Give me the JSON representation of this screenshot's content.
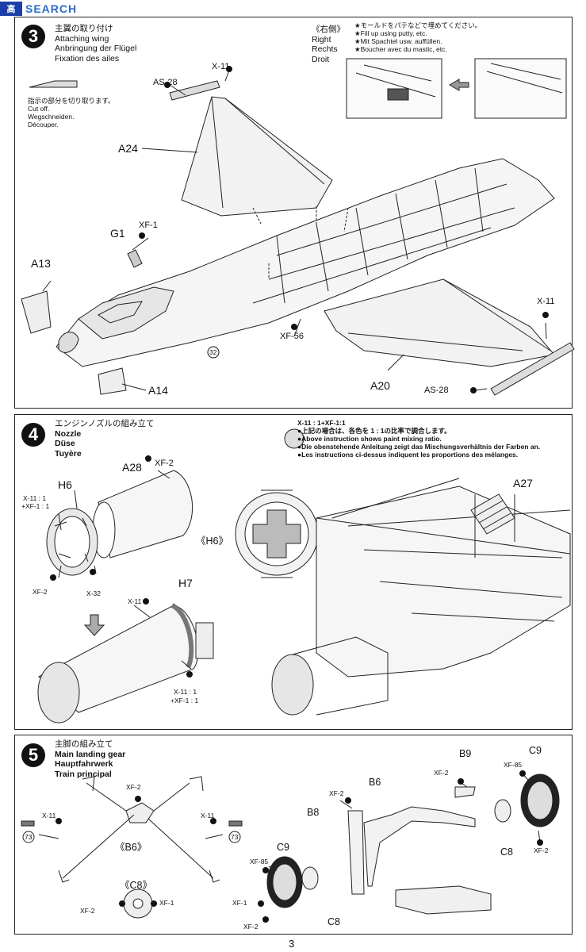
{
  "watermark": {
    "badge": "高",
    "text": "SEARCH"
  },
  "page_number": "3",
  "step3": {
    "number": "3",
    "title_lines": [
      "主翼の取り付け",
      "Attaching wing",
      "Anbringung der Flügel",
      "Fixation des ailes"
    ],
    "side_lines": [
      "《右側》",
      "Right",
      "Rechts",
      "Droit"
    ],
    "putty_lines": [
      "★モールドをパテなどで埋めてください。",
      "★Fill up using putty, etc.",
      "★Mit Spachtel usw. auffüllen.",
      "★Boucher avec du mastic, etc."
    ],
    "cut_lines": [
      "指示の部分を切り取ります。",
      "Cut off.",
      "Wegschneiden.",
      "Découper."
    ],
    "labels": {
      "x11_top": "X-11",
      "as28_top": "AS-28",
      "a24": "A24",
      "g1": "G1",
      "xf1": "XF-1",
      "a13": "A13",
      "a14": "A14",
      "ref32": "32",
      "xf56": "XF-56",
      "x11_right": "X-11",
      "a20": "A20",
      "as28_bottom": "AS-28"
    }
  },
  "step4": {
    "number": "4",
    "title_lines": [
      "エンジンノズルの組み立て",
      "Nozzle",
      "Düse",
      "Tuyère"
    ],
    "mix_lines": [
      "X-11 : 1+XF-1:1",
      "●上記の場合は、各色を 1 : 1の比率で調合します。",
      "●Above instruction shows paint mixing ratio.",
      "●Die obenstehende Anleitung zeigt das Mischungsverhältnis der Farben an.",
      "●Les instructions ci-dessus indiquent les proportions des mélanges."
    ],
    "labels": {
      "a28": "A28",
      "xf2_a28": "XF-2",
      "h6": "H6",
      "x11_mix": "X-11 : 1",
      "xf1_mix": "+XF-1 : 1",
      "h6_detail": "《H6》",
      "xf2_h6": "XF-2",
      "x32": "X-32",
      "h7": "H7",
      "x11_h7": "X-11",
      "x11_mix2": "X-11 : 1",
      "xf1_mix2": "+XF-1 : 1",
      "a27": "A27"
    }
  },
  "step5": {
    "number": "5",
    "title_lines": [
      "主脚の組み立て",
      "Main landing gear",
      "Hauptfahrwerk",
      "Train principal"
    ],
    "labels": {
      "xf2_top": "XF-2",
      "x11_left": "X-11",
      "x11_right": "X-11",
      "ref73_left": "73",
      "ref73_right": "73",
      "b6_detail": "《B6》",
      "c8_detail": "《C8》",
      "xf2_c8": "XF-2",
      "xf1_c8": "XF-1",
      "xf2_b8": "XF-2",
      "b8": "B8",
      "b6": "B6",
      "xf2_b9": "XF-2",
      "b9": "B9",
      "c9_right": "C9",
      "xf85_right": "XF-85",
      "c8_right": "C8",
      "xf2_right": "XF-2",
      "c9_left": "C9",
      "xf85_left": "XF-85",
      "xf1_left": "XF-1",
      "xf2_left": "XF-2",
      "c8_left": "C8"
    }
  }
}
